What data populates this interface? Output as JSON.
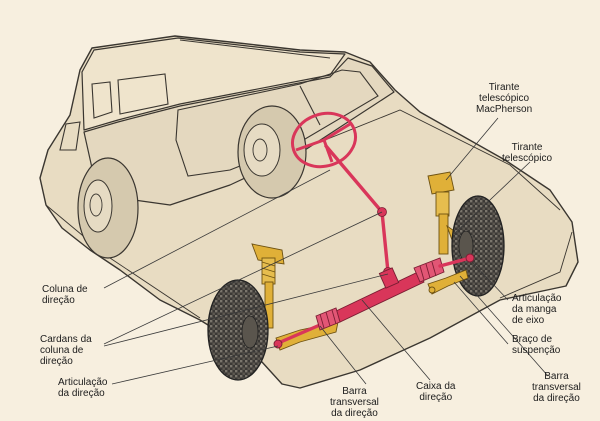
{
  "labels": {
    "tirante_macpherson": [
      "Tirante",
      "telescópico",
      "MacPherson"
    ],
    "tirante_telescopico": [
      "Tirante",
      "telescópico"
    ],
    "coluna_direcao": [
      "Coluna de",
      "direção"
    ],
    "articulacao_manga": [
      "Articulação",
      "da manga",
      "de eixo"
    ],
    "braco_suspencao": [
      "Braço de",
      "suspenção"
    ],
    "cardans": [
      "Cardans da",
      "coluna de",
      "direção"
    ],
    "articulacao_direcao": [
      "Articulação",
      "da direção"
    ],
    "barra_transversal_esq": [
      "Barra",
      "transversal",
      "da direção"
    ],
    "caixa_direcao": [
      "Caixa da",
      "direção"
    ],
    "barra_transversal_dir": [
      "Barra",
      "transversal",
      "da direção"
    ]
  },
  "colors": {
    "background": "#f7efdf",
    "car_body": "#e8dcc2",
    "outline": "#3a3630",
    "steering": "#d9365a",
    "suspension": "#e0b038",
    "tire": "#3b3835",
    "leader": "#3a3a3a"
  }
}
